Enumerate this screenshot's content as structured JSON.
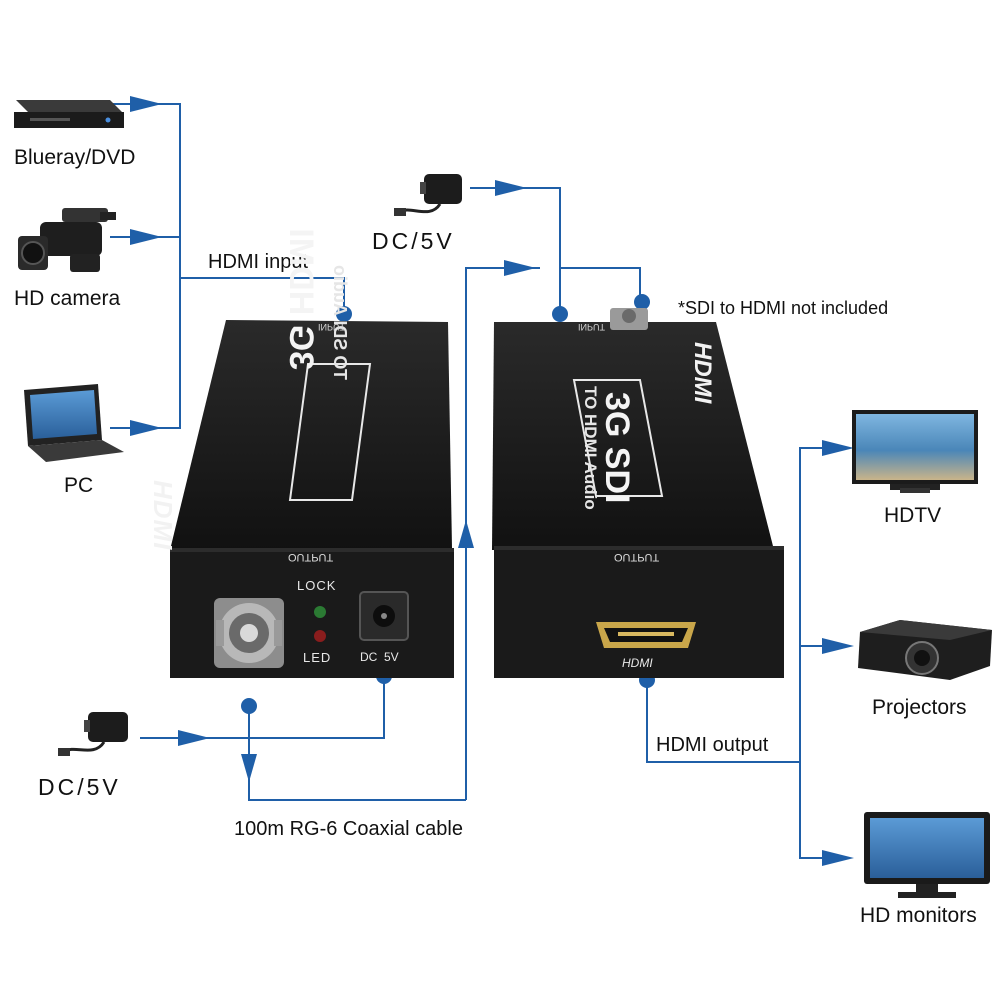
{
  "sources": {
    "bluray": "Blueray/DVD",
    "camera": "HD camera",
    "pc": "PC"
  },
  "displays": {
    "hdtv": "HDTV",
    "projector": "Projectors",
    "monitor": "HD monitors"
  },
  "power": {
    "top": "DC/5V",
    "bottom": "DC/5V"
  },
  "wires": {
    "hdmi_input": "HDMI input",
    "hdmi_output": "HDMI output",
    "coax": "100m RG-6 Coaxial cable"
  },
  "note": "*SDI to HDMI not included",
  "converter_left": {
    "brand": "HDMI",
    "model": "3G HDMI",
    "subtitle": "TO SDI Audio",
    "top_port": "INPUT",
    "front_label": "OUTPUT",
    "lock": "LOCK",
    "led": "LED",
    "dc": "DC  5V"
  },
  "converter_right": {
    "brand": "HDMI",
    "model": "3G SDI",
    "subtitle": "TO HDMI Audio",
    "top_port": "INPUT",
    "front_label": "OUTPUT",
    "port": "HDMI"
  },
  "colors": {
    "wire": "#1f5fa8",
    "arrow": "#1f5fa8",
    "device": "#151515"
  }
}
